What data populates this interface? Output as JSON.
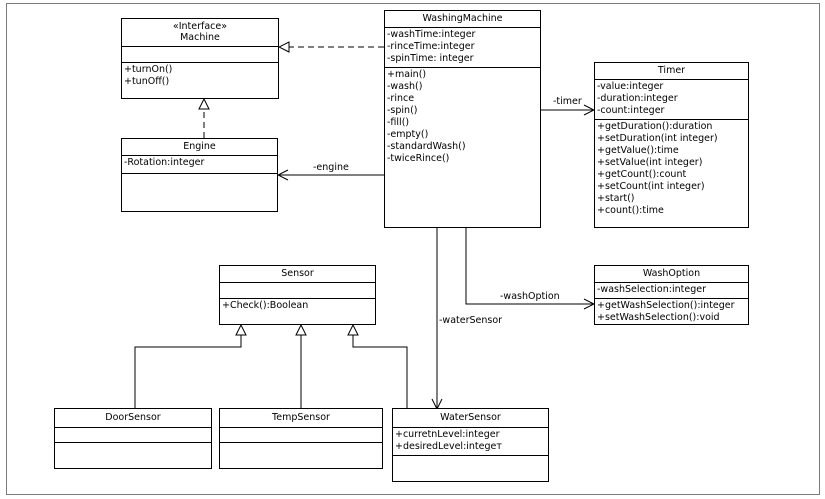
{
  "classes": {
    "machine": {
      "stereotype": "«Interface»",
      "name": "Machine",
      "attributes": [],
      "operations": [
        "+turnOn()",
        "+tunOff()"
      ]
    },
    "washing_machine": {
      "name": "WashingMachine",
      "attributes": [
        "-washTime:integer",
        "-rinceTime:integer",
        "-spinTime: integer"
      ],
      "operations": [
        "+main()",
        "-wash()",
        "-rince",
        "-spin()",
        "-fill()",
        "-empty()",
        "-standardWash()",
        "-twiceRince()"
      ]
    },
    "engine": {
      "name": "Engine",
      "attributes": [
        "-Rotation:integer"
      ],
      "operations": []
    },
    "timer": {
      "name": "Timer",
      "attributes": [
        "-value:integer",
        "-duration:integer",
        "-count:integer"
      ],
      "operations": [
        "+getDuration():duration",
        "+setDuration(int integer)",
        "+getValue():time",
        "+setValue(int integer)",
        "+getCount():count",
        "+setCount(int integer)",
        "+start()",
        "+count():time"
      ]
    },
    "sensor": {
      "name": "Sensor",
      "attributes": [],
      "operations": [
        "+Check():Boolean"
      ]
    },
    "wash_option": {
      "name": "WashOption",
      "attributes": [
        "-washSelection:integer"
      ],
      "operations": [
        "+getWashSelection():integer",
        "+setWashSelection():void"
      ]
    },
    "door_sensor": {
      "name": "DoorSensor",
      "attributes": [],
      "operations": []
    },
    "temp_sensor": {
      "name": "TempSensor",
      "attributes": [],
      "operations": []
    },
    "water_sensor": {
      "name": "WaterSensor",
      "attributes": [
        "+curretnLevel:integer",
        "+desiredLevel:integeт"
      ],
      "operations": []
    }
  },
  "associations": {
    "timer": "-timer",
    "engine": "-engine",
    "wash_option": "-washOption",
    "water_sensor": "-waterSensor"
  }
}
